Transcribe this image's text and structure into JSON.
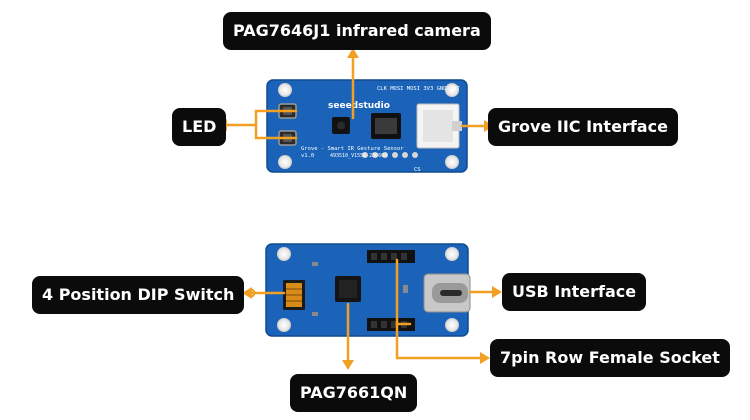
{
  "labels": {
    "ir_camera": "PAG7646J1 infrared camera",
    "led": "LED",
    "grove_iic": "Grove IIC Interface",
    "dip_switch": "4 Position DIP Switch",
    "usb": "USB Interface",
    "female_socket": "7pin Row Female Socket",
    "pag7661qn": "PAG7661QN"
  },
  "board_top": {
    "brand": "seeedstudio",
    "title_line1": "Grove - Smart IR Gesture Sensor",
    "title_line2": "v1.0",
    "part_number": "493510_V1558-230604",
    "pin_header": "CLK MOSI MOSI 3V3 GND INT",
    "cs_label": "CS"
  },
  "colors": {
    "arrow": "#f2a024",
    "pcb": "#1a63b8",
    "label_bg": "#0b0b0b",
    "label_text": "#ffffff"
  }
}
